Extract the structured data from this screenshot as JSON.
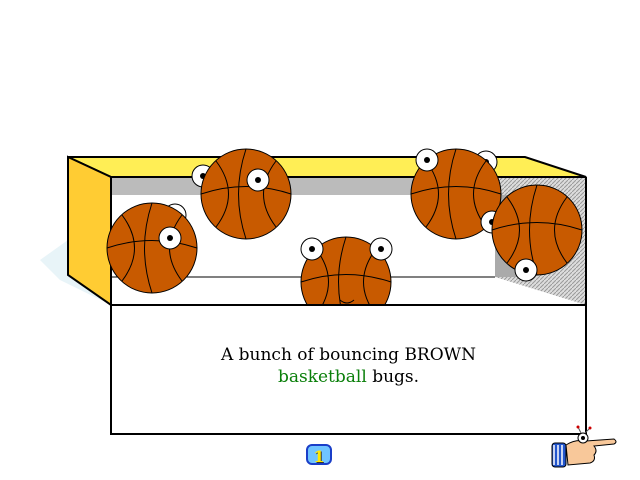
{
  "caption": {
    "line1": "A bunch of bouncing BROWN",
    "word_colored": "basketball",
    "word_rest": "bugs."
  },
  "page_number": "1",
  "colors": {
    "ball": "#c85a00",
    "box_yellow": "#ffee55",
    "box_side": "#ffcc33",
    "text_green": "#0a7f0a"
  },
  "icons": {
    "next": "pointing-hand-icon"
  }
}
